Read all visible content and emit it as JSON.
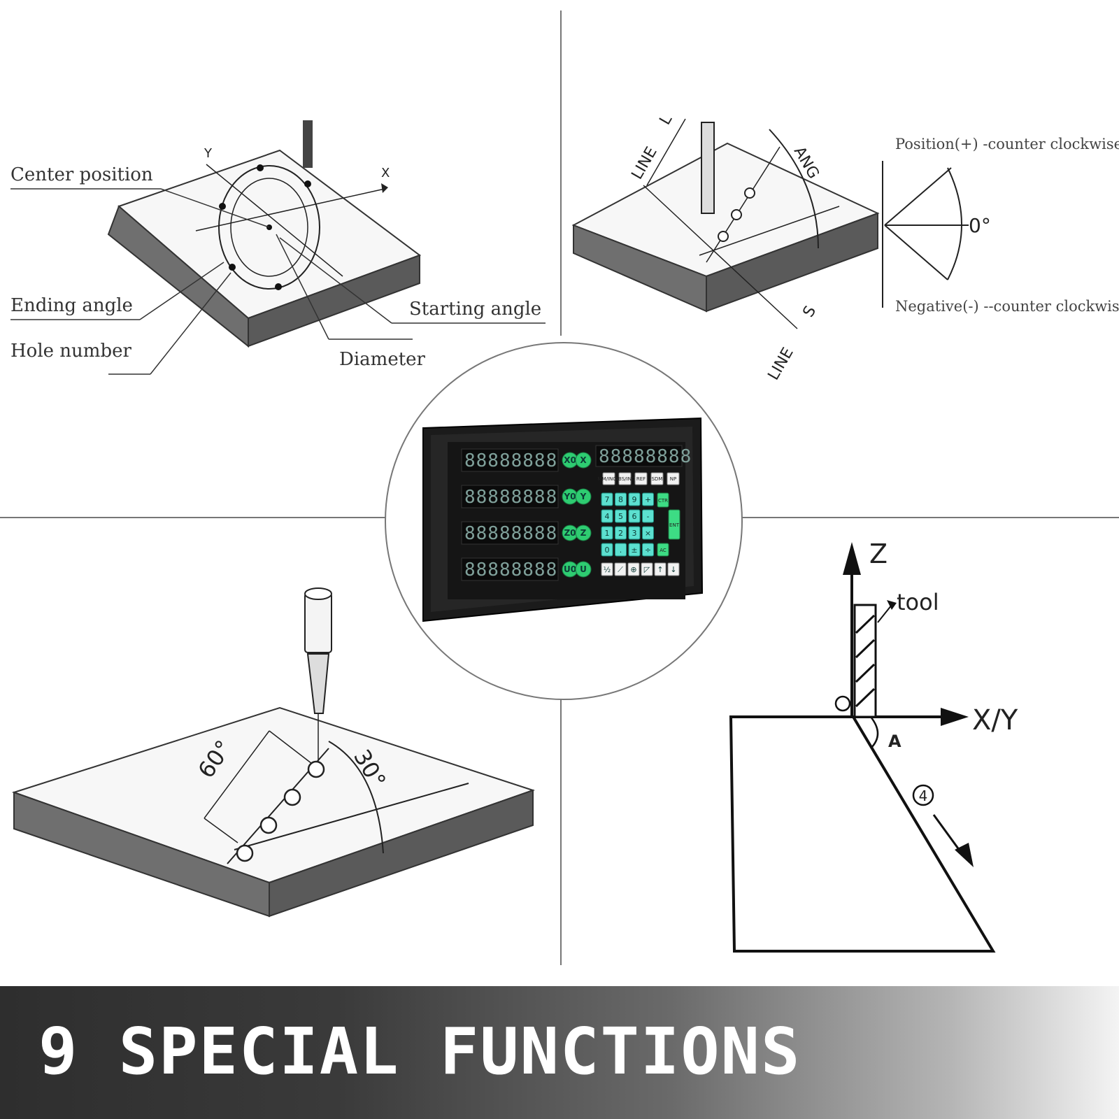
{
  "panels": {
    "bolt_circle": {
      "center_position": "Center position",
      "ending_angle": "Ending angle",
      "hole_number": "Hole number",
      "starting_angle": "Starting angle",
      "diameter": "Diameter",
      "axis_x": "X",
      "axis_y": "Y"
    },
    "line_hole": {
      "line_top": "LINE",
      "l": "L",
      "ang": "ANG",
      "line_bottom": "LINE",
      "s": "S",
      "position_label": "Position(+) -counter clockwise",
      "zero_label": "0°",
      "negative_label": "Negative(-) --counter clockwise"
    },
    "angled_holes": {
      "angle_60": "60°",
      "angle_30": "30°"
    },
    "chamfer": {
      "axis_z": "Z",
      "tool": "tool",
      "axis_xy": "X/Y",
      "angle_a": "A",
      "step": "4"
    }
  },
  "dro": {
    "axes": [
      {
        "zero_key": "X0",
        "axis_key": "X",
        "display": "88888888"
      },
      {
        "zero_key": "Y0",
        "axis_key": "Y",
        "display": "88888888"
      },
      {
        "zero_key": "Z0",
        "axis_key": "Z",
        "display": "88888888"
      },
      {
        "zero_key": "U0",
        "axis_key": "U",
        "display": "88888888"
      }
    ],
    "aux_display": "88888888",
    "func_keys": [
      "MM/INCH",
      "ABS/INC",
      "REF",
      "SDM",
      "NP"
    ],
    "keypad": [
      "7",
      "8",
      "9",
      "+",
      "4",
      "5",
      "6",
      "-",
      "1",
      "2",
      "3",
      "×",
      "0",
      ".",
      "±",
      "÷"
    ],
    "side_keys": [
      "CTR",
      "ENT",
      "AC"
    ],
    "bottom_keys": [
      "½",
      "⟋",
      "⊕",
      "◸",
      "↑",
      "↓"
    ]
  },
  "banner": {
    "title": "9 SPECIAL FUNCTIONS"
  }
}
